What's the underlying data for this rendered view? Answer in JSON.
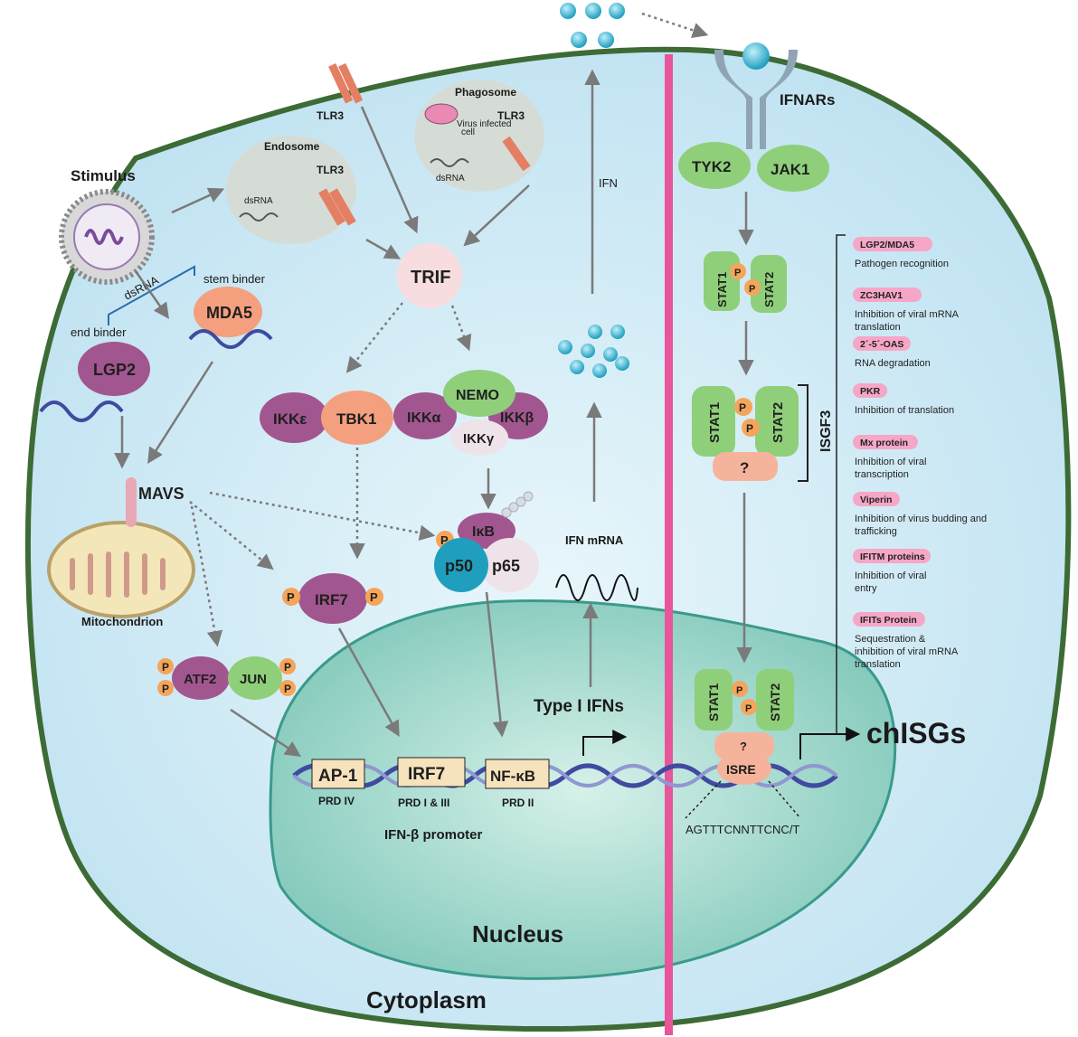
{
  "labels": {
    "stimulus": "Stimulus",
    "dsrna_outer": "dsRNA",
    "end_binder": "end binder",
    "stem_binder": "stem binder",
    "mda5": "MDA5",
    "lgp2": "LGP2",
    "mavs": "MAVS",
    "mitochondrion": "Mitochondrion",
    "endosome": "Endosome",
    "dsrna_endo": "dsRNA",
    "tlr3_endo": "TLR3",
    "tlr3_membrane": "TLR3",
    "phagosome": "Phagosome",
    "virus_infected_cell_1": "Virus infected",
    "virus_infected_cell_2": "cell",
    "dsrna_phago": "dsRNA",
    "tlr3_phago": "TLR3",
    "trif": "TRIF",
    "ikke": "IKKε",
    "tbk1": "TBK1",
    "nemo": "NEMO",
    "ikka": "IKKα",
    "ikkb": "IKKβ",
    "ikkg": "IKKγ",
    "ikb": "IκB",
    "p50": "p50",
    "p65": "p65",
    "p": "P",
    "irf7": "IRF7",
    "atf2": "ATF2",
    "jun": "JUN",
    "ifn": "IFN",
    "ifn_mrna": "IFN mRNA",
    "type1_ifns": "Type I IFNs",
    "ap1": "AP-1",
    "irf7_box": "IRF7",
    "nfkb_box": "NF-κB",
    "prd_iv": "PRD IV",
    "prd_i_iii": "PRD I & III",
    "prd_ii": "PRD II",
    "ifnb_promoter": "IFN-β promoter",
    "nucleus": "Nucleus",
    "cytoplasm": "Cytoplasm",
    "ifnars": "IFNARs",
    "tyk2": "TYK2",
    "jak1": "JAK1",
    "stat1": "STAT1",
    "stat2": "STAT2",
    "question": "?",
    "isgf3": "ISGF3",
    "isre": "ISRE",
    "isre_seq": "AGTTTCNNTTCNC/T",
    "chisgs": "chISGs"
  },
  "isgs": [
    {
      "name": "LGP2/MDA5",
      "desc": [
        "Pathogen recognition"
      ]
    },
    {
      "name": "ZC3HAV1",
      "desc": [
        "Inhibition of viral mRNA",
        "translation"
      ]
    },
    {
      "name": "2´-5´-OAS",
      "desc": [
        "RNA degradation"
      ]
    },
    {
      "name": "PKR",
      "desc": [
        "Inhibition of translation"
      ]
    },
    {
      "name": "Mx protein",
      "desc": [
        "Inhibition of viral",
        "transcription"
      ]
    },
    {
      "name": "Viperin",
      "desc": [
        "Inhibition of virus budding and",
        "trafficking"
      ]
    },
    {
      "name": "IFITM proteins",
      "desc": [
        "Inhibition of viral",
        "entry"
      ]
    },
    {
      "name": "IFITs Protein",
      "desc": [
        "Sequestration &",
        "inhibition of viral mRNA",
        "translation"
      ]
    }
  ],
  "colors": {
    "cell_fill": "#cfe9f5",
    "cell_border": "#3d6b35",
    "nucleus_fill": "#8ecfc3",
    "nucleus_border": "#3a9a8a",
    "divider": "#e8559a",
    "green_protein": "#8fcf7a",
    "orange_protein": "#f4a07e",
    "purple_protein": "#a2568f",
    "pink_label": "#f6a6c6",
    "phospho": "#f5a55a",
    "ifn_dot": "#2aa7c4",
    "dna": "#3f4aa0",
    "arrow": "#7a7a7a"
  }
}
